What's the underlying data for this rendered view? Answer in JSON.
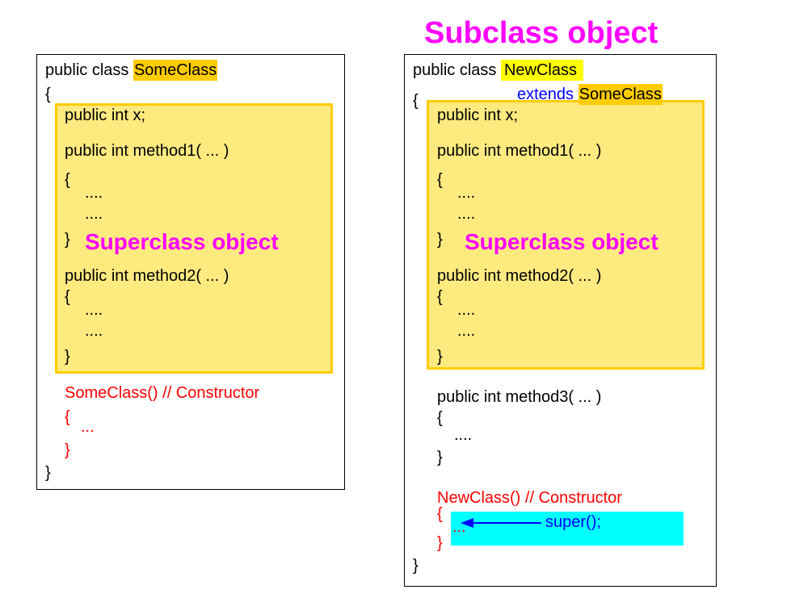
{
  "title": "Subclass object",
  "colors": {
    "highlight_orange": "#ffcc00",
    "highlight_yellow": "#ffff00",
    "superclass_fill": "#ffea80",
    "constructor_red": "#ff0000",
    "keyword_blue": "#0000ff",
    "label_magenta": "#ff00ff",
    "super_call_bg": "#00ffff"
  },
  "left": {
    "decl": "public class",
    "class_name": "SomeClass",
    "open_brace": "{",
    "field": "public  int x;",
    "method1": "public int method1( ... )",
    "m1_open": "{",
    "m1_body1": "....",
    "m1_body2": "....",
    "m1_close": "}",
    "superclass_label": "Superclass object",
    "method2": "public int method2( ... )",
    "m2_open": "{",
    "m2_body1": "....",
    "m2_body2": "....",
    "m2_close": "}",
    "constructor": "SomeClass() // Constructor",
    "ctor_open": "{",
    "ctor_body": "...",
    "ctor_close": "}",
    "close_brace": "}"
  },
  "right": {
    "decl": "public class",
    "class_name": "NewClass",
    "extends_kw": "extends",
    "extends_name": "SomeClass",
    "open_brace": "{",
    "field": "public  int x;",
    "method1": "public int method1( ... )",
    "m1_open": "{",
    "m1_body1": "....",
    "m1_body2": "....",
    "m1_close": "}",
    "superclass_label": "Superclass object",
    "method2": "public int method2( ... )",
    "m2_open": "{",
    "m2_body1": "....",
    "m2_body2": "....",
    "m2_close": "}",
    "method3": "public int method3( ... )",
    "m3_open": "{",
    "m3_body": "....",
    "m3_close": "}",
    "constructor": "NewClass() // Constructor",
    "ctor_open": "{",
    "ctor_body": "...",
    "super_call": "super();",
    "ctor_close": "}",
    "close_brace": "}"
  }
}
